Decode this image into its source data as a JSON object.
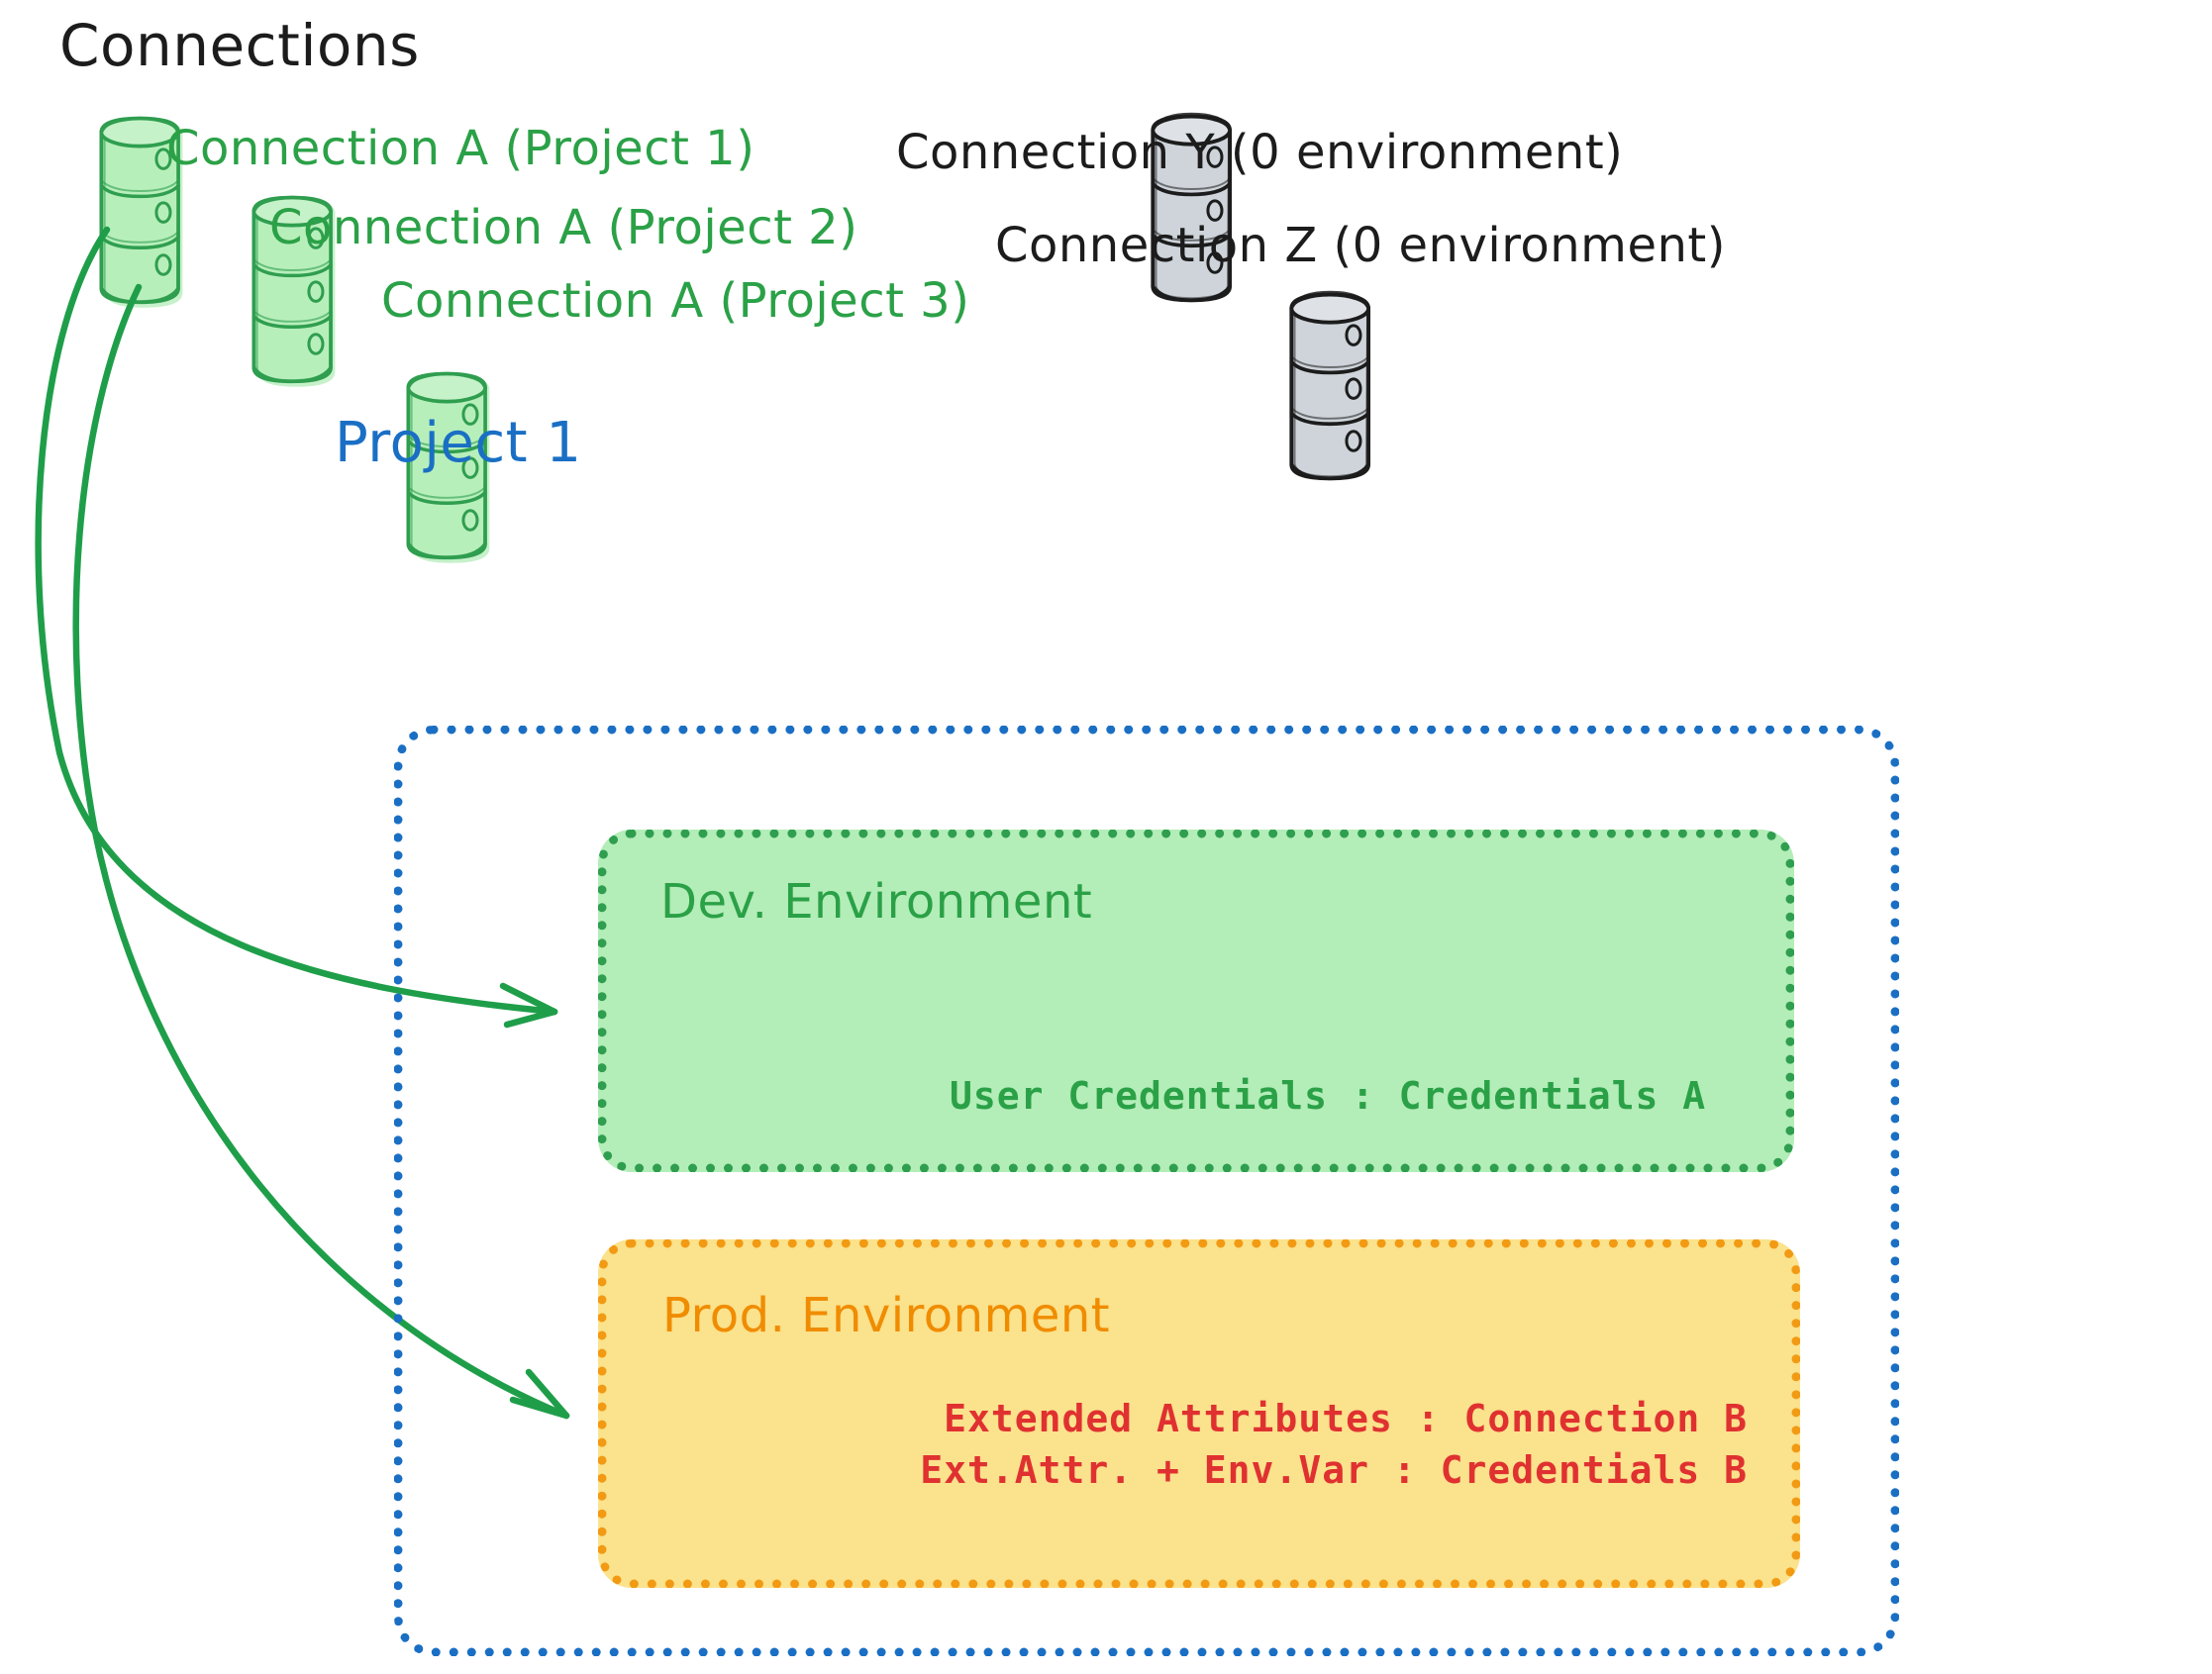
{
  "diagram": {
    "type": "architecture-diagram",
    "title": "Connections",
    "background": "#ffffff"
  },
  "colors": {
    "green_stroke": "#2ba147",
    "green_fill": "#b3edb8",
    "green_dark": "#2f9e4f",
    "gray_fill": "#ced4da",
    "gray_stroke": "#1c1c1c",
    "blue": "#1a6fc4",
    "orange": "#f29a13",
    "orange_text": "#f08c00",
    "yellow_fill": "#fbe28c",
    "red": "#e03131",
    "black": "#1c1c1c"
  },
  "connections_section": {
    "heading": "Connections",
    "green_connections": [
      {
        "label": "Connection A (Project 1)",
        "icon": "database-cylinder-icon",
        "color": "#2ba147"
      },
      {
        "label": "Connection A (Project 2)",
        "icon": "database-cylinder-icon",
        "color": "#2ba147"
      },
      {
        "label": "Connection A (Project 3)",
        "icon": "database-cylinder-icon",
        "color": "#2ba147"
      }
    ],
    "gray_connections": [
      {
        "label": "Connection Y (0 environment)",
        "icon": "database-cylinder-icon",
        "color": "#1c1c1c"
      },
      {
        "label": "Connection Z (0 environment)",
        "icon": "database-cylinder-icon",
        "color": "#1c1c1c"
      }
    ]
  },
  "project": {
    "title": "Project 1",
    "environments": [
      {
        "name": "dev",
        "title": "Dev. Environment",
        "accent": "#2ba147",
        "fill": "#b3edb8",
        "lines": [
          "User Credentials : Credentials A"
        ]
      },
      {
        "name": "prod",
        "title": "Prod. Environment",
        "accent": "#f08c00",
        "fill": "#fbe28c",
        "lines": [
          "Extended Attributes : Connection B",
          "Ext.Attr. + Env.Var : Credentials B"
        ]
      }
    ]
  },
  "arrows": [
    {
      "name": "arrow-to-dev-environment",
      "from": "Connection A (Project 1)",
      "to": "Dev. Environment",
      "color": "#2ba147"
    },
    {
      "name": "arrow-to-prod-environment",
      "from": "Connection A (Project 1)",
      "to": "Prod. Environment",
      "color": "#2ba147"
    }
  ]
}
